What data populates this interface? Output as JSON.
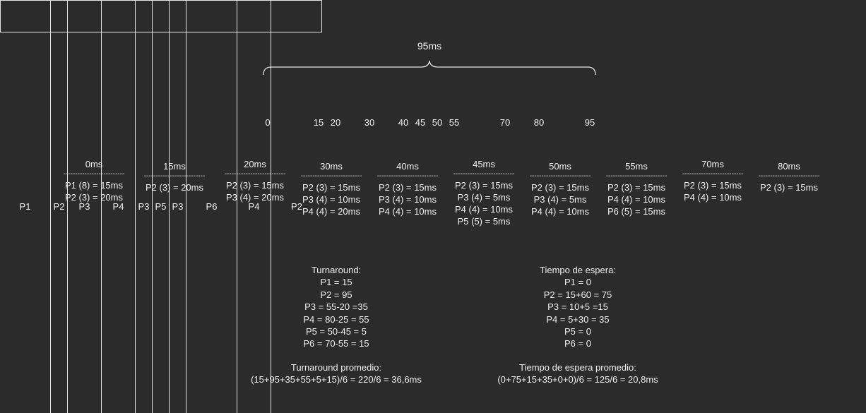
{
  "total_label": "95ms",
  "segments": [
    {
      "label": "P1",
      "start": 0,
      "end": 15
    },
    {
      "label": "P2",
      "start": 15,
      "end": 20
    },
    {
      "label": "P3",
      "start": 20,
      "end": 30
    },
    {
      "label": "P4",
      "start": 30,
      "end": 40
    },
    {
      "label": "P3",
      "start": 40,
      "end": 45
    },
    {
      "label": "P5",
      "start": 45,
      "end": 50
    },
    {
      "label": "P3",
      "start": 50,
      "end": 55
    },
    {
      "label": "P6",
      "start": 55,
      "end": 70
    },
    {
      "label": "P4",
      "start": 70,
      "end": 80
    },
    {
      "label": "P2",
      "start": 80,
      "end": 95
    }
  ],
  "ticks": [
    "0",
    "15",
    "20",
    "30",
    "40",
    "45",
    "50",
    "55",
    "70",
    "80",
    "95"
  ],
  "dash_line": "--------------------------",
  "queues": [
    {
      "time": "0ms",
      "items": [
        "P1 (8) = 15ms",
        "P2 (3) = 20ms"
      ]
    },
    {
      "time": "15ms",
      "items": [
        "P2 (3) = 20ms"
      ]
    },
    {
      "time": "20ms",
      "items": [
        "P2 (3) = 15ms",
        "P3 (4) = 20ms"
      ]
    },
    {
      "time": "30ms",
      "items": [
        "P2 (3) = 15ms",
        "P3 (4) = 10ms",
        "P4 (4) = 20ms"
      ]
    },
    {
      "time": "40ms",
      "items": [
        "P2 (3) = 15ms",
        "P3 (4) = 10ms",
        "P4 (4) = 10ms"
      ]
    },
    {
      "time": "45ms",
      "items": [
        "P2 (3) = 15ms",
        "P3 (4) = 5ms",
        "P4 (4) = 10ms",
        "P5 (5) = 5ms"
      ]
    },
    {
      "time": "50ms",
      "items": [
        "P2 (3) = 15ms",
        "P3 (4) = 5ms",
        "P4 (4) = 10ms"
      ]
    },
    {
      "time": "55ms",
      "items": [
        "P2 (3) = 15ms",
        "P4 (4) = 10ms",
        "P6 (5) = 15ms"
      ]
    },
    {
      "time": "70ms",
      "items": [
        "P2 (3) = 15ms",
        "P4 (4) = 10ms"
      ]
    },
    {
      "time": "80ms",
      "items": [
        "P2 (3) = 15ms"
      ]
    }
  ],
  "turnaround": {
    "title": "Turnaround:",
    "lines": [
      "P1 = 15",
      "P2 = 95",
      "P3 = 55-20 =35",
      "P4 = 80-25 = 55",
      "P5 = 50-45 = 5",
      "P6 = 70-55 = 15"
    ],
    "avg_title": "Turnaround promedio:",
    "avg_value": "(15+95+35+55+5+15)/6 = 220/6 = 36,6ms"
  },
  "waiting": {
    "title": "Tiempo de espera:",
    "lines": [
      "P1 = 0",
      "P2 = 15+60 = 75",
      "P3 = 10+5 =15",
      "P4 = 5+30 = 35",
      "P5 = 0",
      "P6 = 0"
    ],
    "avg_title": "Tiempo de espera promedio:",
    "avg_value": "(0+75+15+35+0+0)/6 = 125/6 = 20,8ms"
  }
}
